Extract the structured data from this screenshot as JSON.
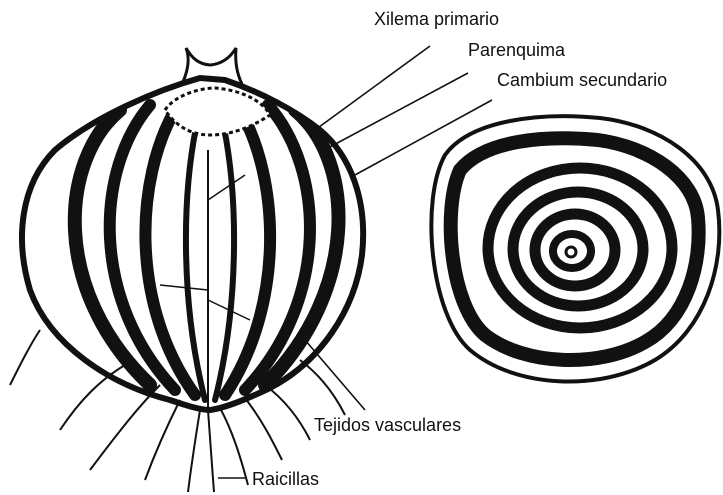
{
  "labels": {
    "xilema": "Xilema primario",
    "parenquima": "Parenquima",
    "cambium": "Cambium secundario",
    "tejidos": "Tejidos vasculares",
    "raicillas": "Raicillas"
  },
  "colors": {
    "ink": "#111111",
    "paper": "#ffffff"
  }
}
